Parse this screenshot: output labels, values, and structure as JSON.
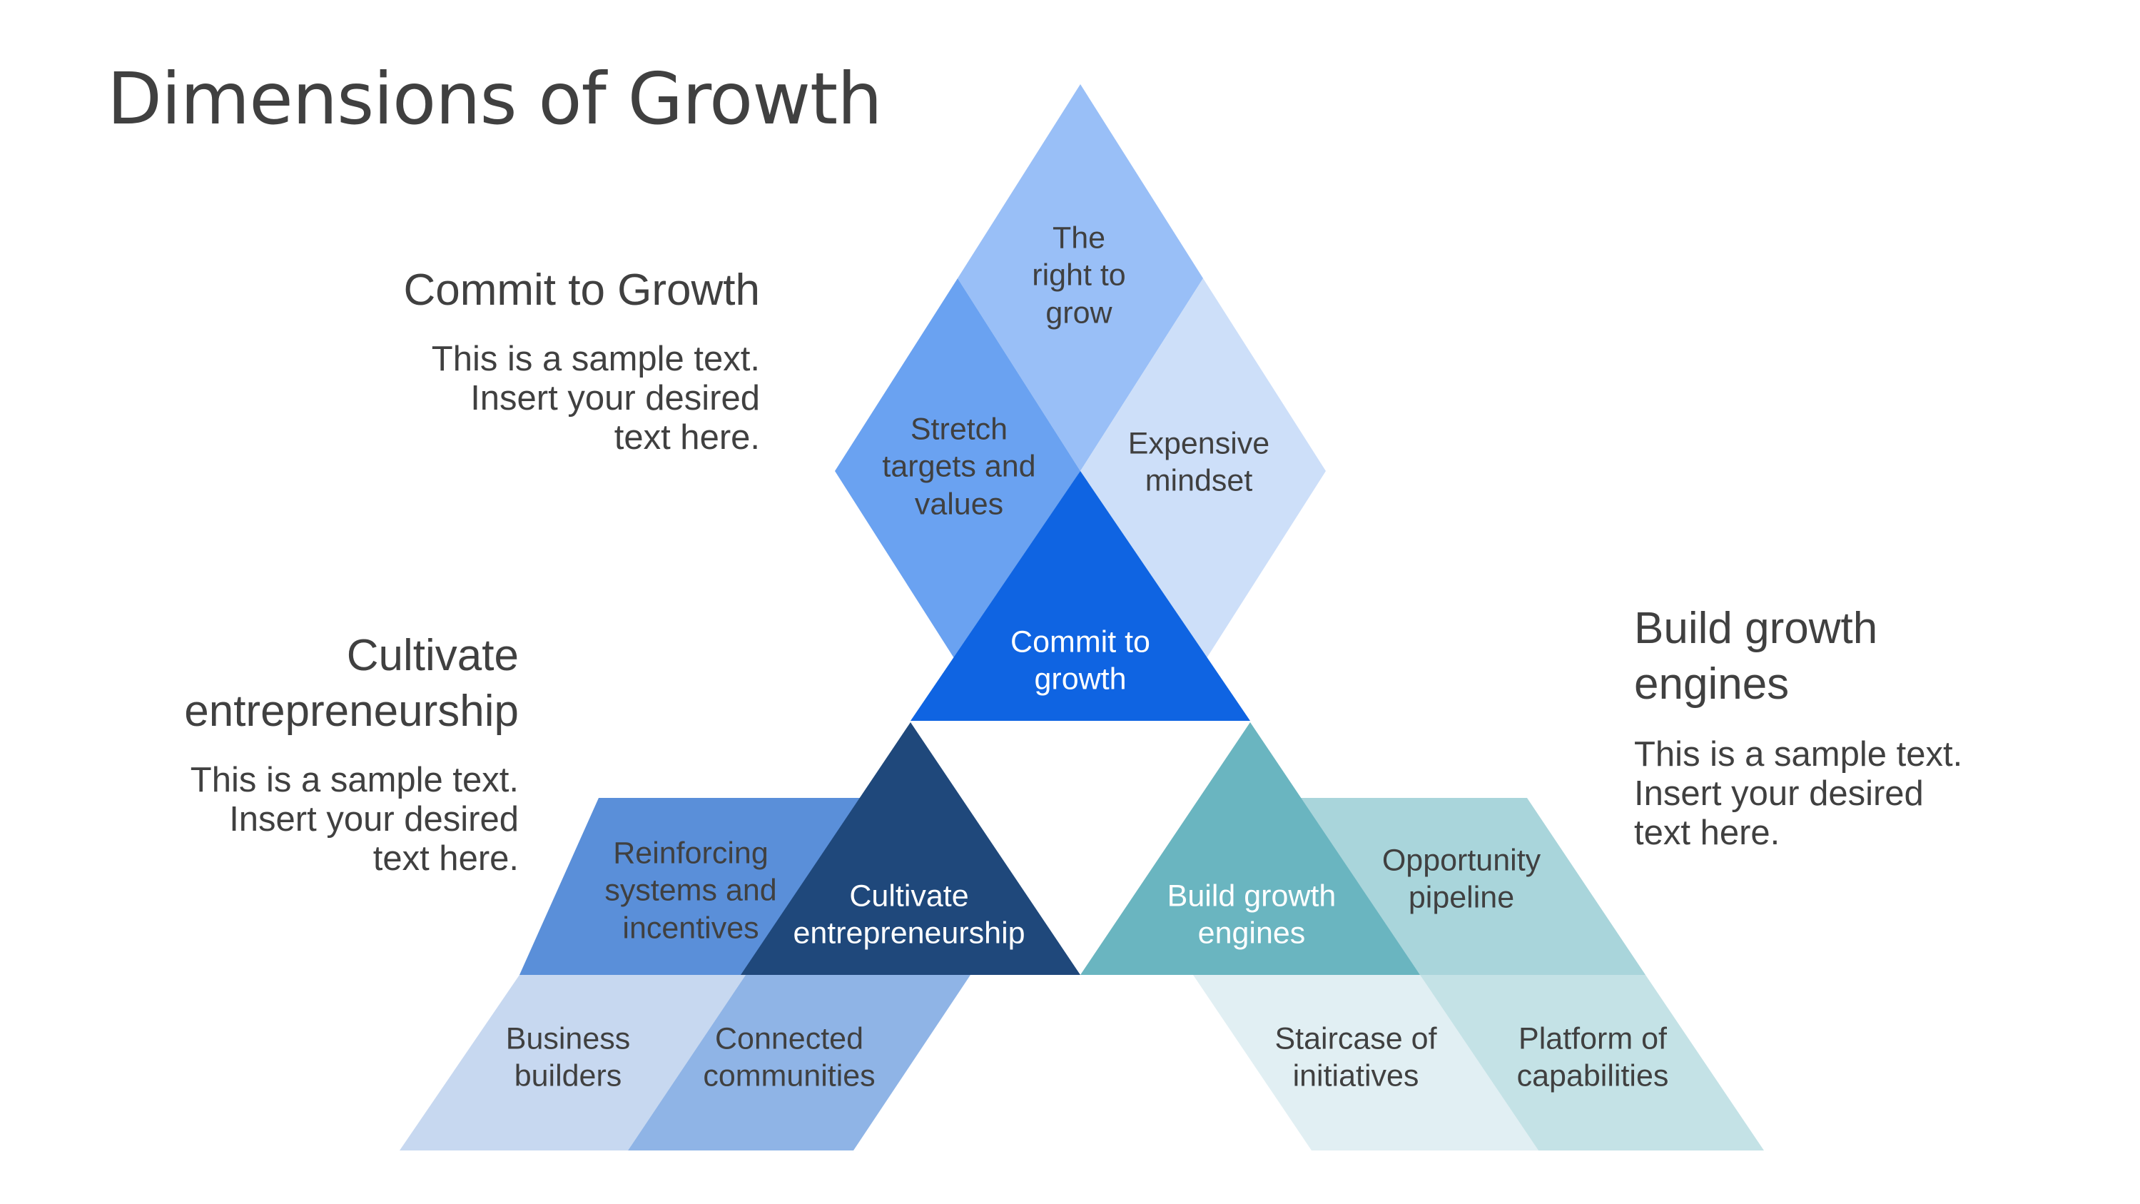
{
  "title": "Dimensions of Growth",
  "sections": {
    "commit": {
      "heading": "Commit to Growth",
      "body": [
        "This is a sample text.",
        "Insert your desired",
        "text here."
      ]
    },
    "cultivate": {
      "heading": [
        "Cultivate",
        "entrepreneurship"
      ],
      "body": [
        "This is a sample text.",
        "Insert your desired",
        "text here."
      ]
    },
    "build": {
      "heading": [
        "Build growth",
        "engines"
      ],
      "body": [
        "This is a sample text.",
        "Insert your desired",
        "text here."
      ]
    }
  },
  "shapes": {
    "right_to_grow": {
      "lines": [
        "The",
        "right to",
        "grow"
      ],
      "color": "#99BFF7"
    },
    "stretch_targets": {
      "lines": [
        "Stretch",
        "targets and",
        "values"
      ],
      "color": "#6AA2F1"
    },
    "expensive_mindset": {
      "lines": [
        "Expensive",
        "mindset"
      ],
      "color": "#CDDFF9"
    },
    "commit_core": {
      "lines": [
        "Commit to",
        "growth"
      ],
      "color": "#0F64E2"
    },
    "cultivate_core": {
      "lines": [
        "Cultivate",
        "entrepreneurship"
      ],
      "color": "#1F487B"
    },
    "reinforcing_systems": {
      "lines": [
        "Reinforcing",
        "systems and",
        "incentives"
      ],
      "color": "#5A8FD9"
    },
    "business_builders": {
      "lines": [
        "Business",
        "builders"
      ],
      "color": "#C7D8F0"
    },
    "connected_communities": {
      "lines": [
        "Connected",
        "communities"
      ],
      "color": "#8FB4E6"
    },
    "build_core": {
      "lines": [
        "Build growth",
        "engines"
      ],
      "color": "#6AB5C0"
    },
    "opportunity_pipeline": {
      "lines": [
        "Opportunity",
        "pipeline"
      ],
      "color": "#A9D5DB"
    },
    "staircase": {
      "lines": [
        "Staircase of",
        "initiatives"
      ],
      "color": "#E1EFF3"
    },
    "platform": {
      "lines": [
        "Platform of",
        "capabilities"
      ],
      "color": "#C4E2E6"
    }
  }
}
